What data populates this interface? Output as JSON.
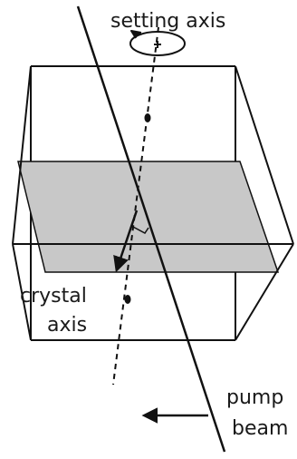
{
  "labels": {
    "setting_axis": "setting axis",
    "crystal_line1": "crystal",
    "crystal_line2": "axis",
    "pump_line1": "pump",
    "pump_line2": "beam"
  },
  "colors": {
    "line": "#111111",
    "plane_fill": "#c8c8c8",
    "background": "#ffffff"
  }
}
